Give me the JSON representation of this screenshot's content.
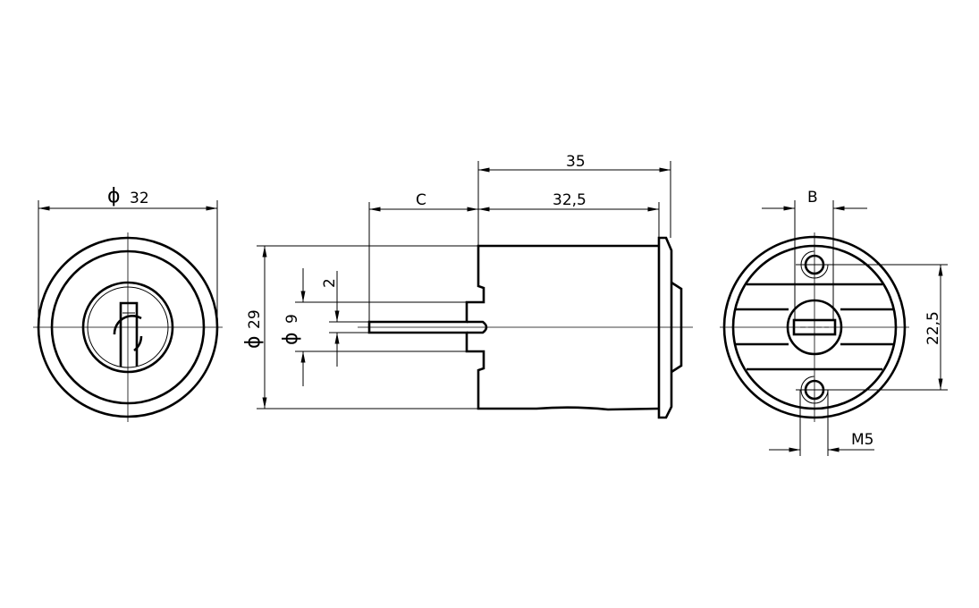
{
  "front_view": {
    "diameter_symbol": "ϕ",
    "diameter_label": "32"
  },
  "side_view": {
    "overall_length": "35",
    "body_length": "32,5",
    "cam_length": "C",
    "body_diameter_symbol": "ϕ",
    "body_diameter": "29",
    "boss_diameter_symbol": "ϕ",
    "boss_diameter": "9",
    "shaft_width": "2"
  },
  "rear_view": {
    "slot_width": "B",
    "hole_spacing": "22,5",
    "thread": "M5"
  }
}
